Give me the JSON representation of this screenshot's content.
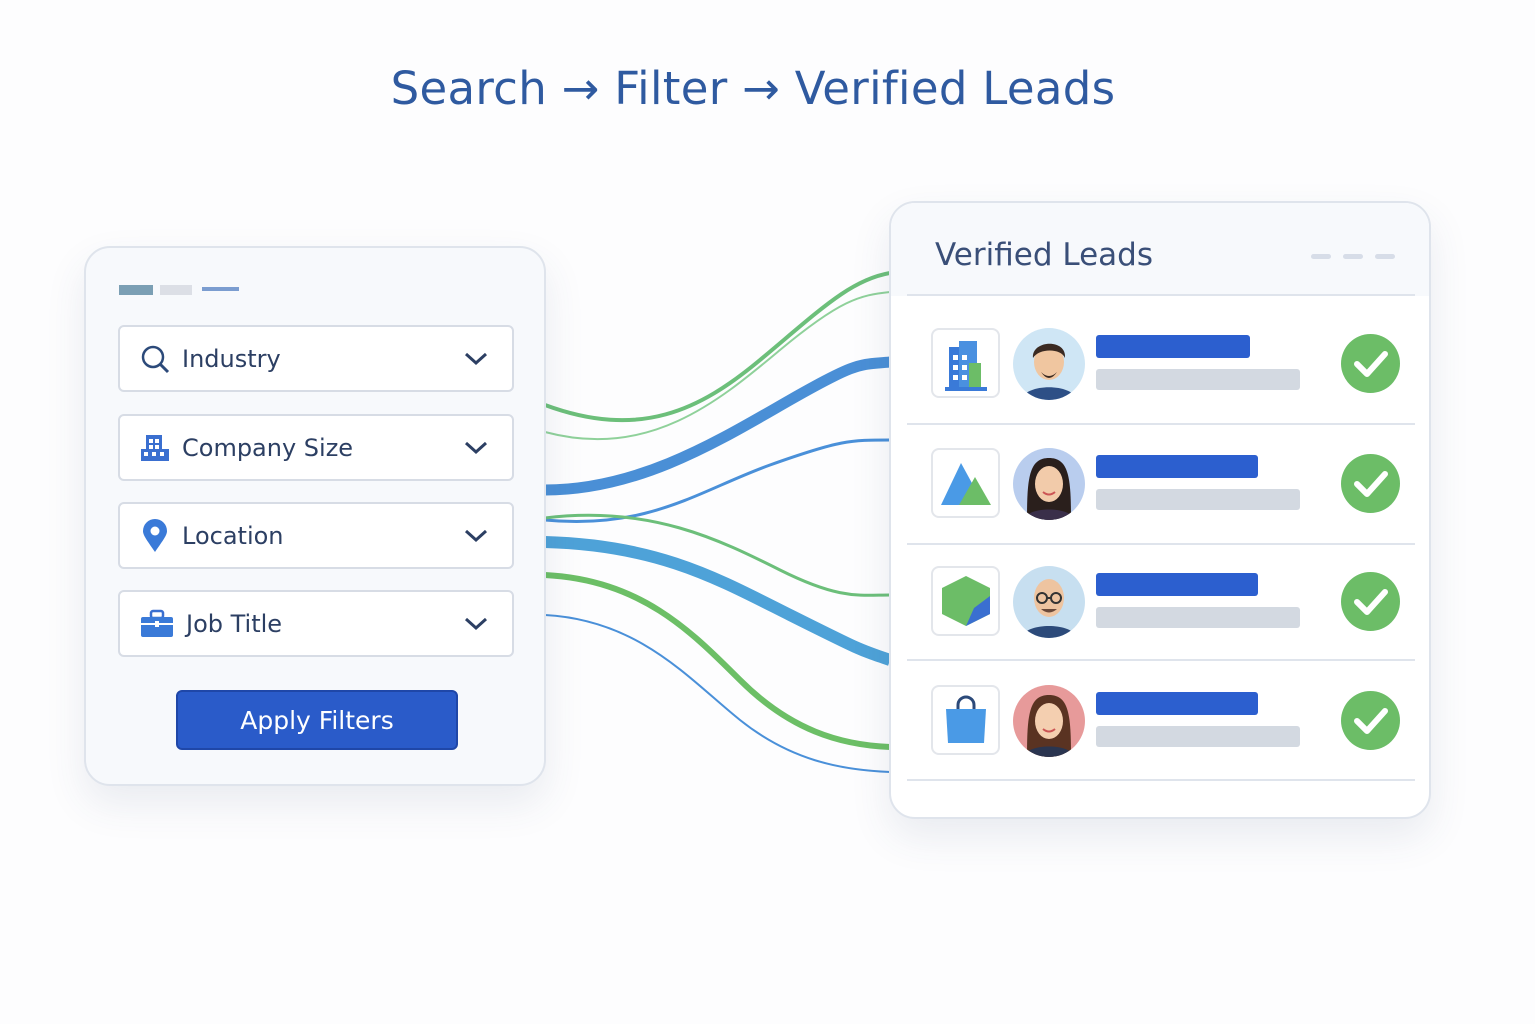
{
  "title": "Search → Filter → Verified Leads",
  "filters": {
    "items": [
      {
        "label": "Industry",
        "icon": "search-icon"
      },
      {
        "label": "Company Size",
        "icon": "building-icon"
      },
      {
        "label": "Location",
        "icon": "location-pin-icon"
      },
      {
        "label": "Job Title",
        "icon": "briefcase-icon"
      }
    ],
    "apply_label": "Apply Filters"
  },
  "results": {
    "title": "Verified Leads",
    "leads": [
      {
        "company_icon": "building-icon",
        "avatar": "man-beard",
        "verified": true
      },
      {
        "company_icon": "triangle-logo-icon",
        "avatar": "woman-dark-hair",
        "verified": true
      },
      {
        "company_icon": "hexagon-logo-icon",
        "avatar": "man-glasses",
        "verified": true
      },
      {
        "company_icon": "shopping-bag-icon",
        "avatar": "woman-brown-hair",
        "verified": true
      }
    ]
  },
  "colors": {
    "accent": "#2a5bc9",
    "title": "#2f5aa0",
    "verified": "#6cbd67",
    "flow_green": "#6cbf7a",
    "flow_blue": "#4a90d9"
  }
}
